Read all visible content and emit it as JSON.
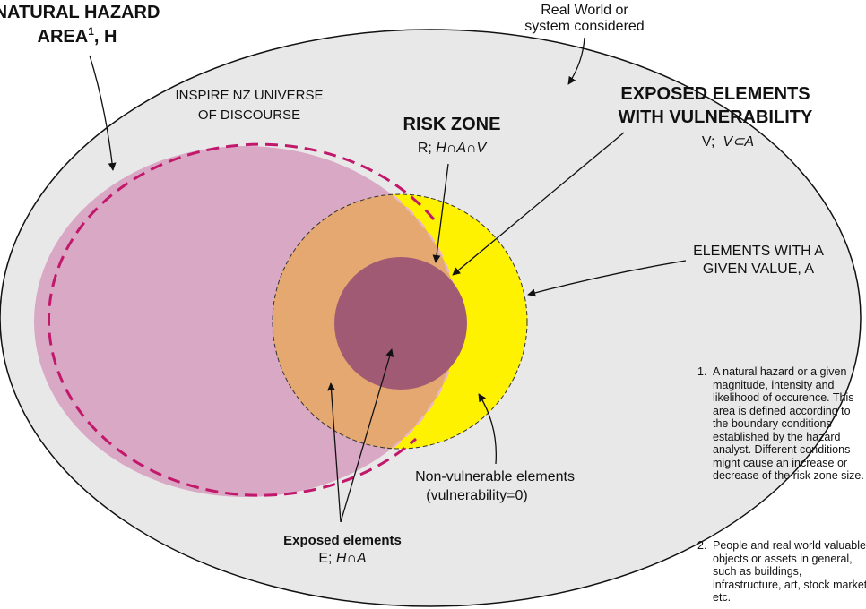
{
  "labels": {
    "hazard_line1": "NATURAL HAZARD",
    "hazard_line2": "AREA",
    "hazard_sup": "1",
    "hazard_suffix": ", H",
    "real_world_line1": "Real World or",
    "real_world_line2": "system considered",
    "inspire_line1": "INSPIRE NZ UNIVERSE",
    "inspire_line2": "OF DISCOURSE",
    "risk_zone_title": "RISK ZONE",
    "risk_zone_prefix": "R; ",
    "risk_zone_formula": "H∩A∩V",
    "exposed_vuln_line1": "EXPOSED ELEMENTS",
    "exposed_vuln_line2": "WITH VULNERABILITY",
    "exposed_vuln_prefix": "V;  ",
    "exposed_vuln_formula": "V⊂A",
    "value_line1": "ELEMENTS WITH A",
    "value_line2": "GIVEN VALUE, A",
    "nonvuln_line1": "Non-vulnerable elements",
    "nonvuln_line2": "(vulnerability=0)",
    "exposed_title": "Exposed elements",
    "exposed_prefix": "E; ",
    "exposed_formula": "H∩A"
  },
  "notes": [
    {
      "number": "1.",
      "text": "A natural hazard or a given magnitude, intensity and likelihood of occurence. This area is defined according to the boundary conditions established by the hazard analyst. Different conditions might cause an increase or decrease of the risk zone size."
    },
    {
      "number": "2.",
      "text": "People and real world valuable objects or assets in general, such as buildings, infrastructure, art, stock market etc."
    }
  ],
  "colors": {
    "real_world": "#e8e8e8",
    "hazard_area": "#d8a8c4",
    "hazard_border": "#c2186b",
    "value_area": "#fff200",
    "exposed_area": "#e4a870",
    "risk_zone": "#a05a74"
  }
}
